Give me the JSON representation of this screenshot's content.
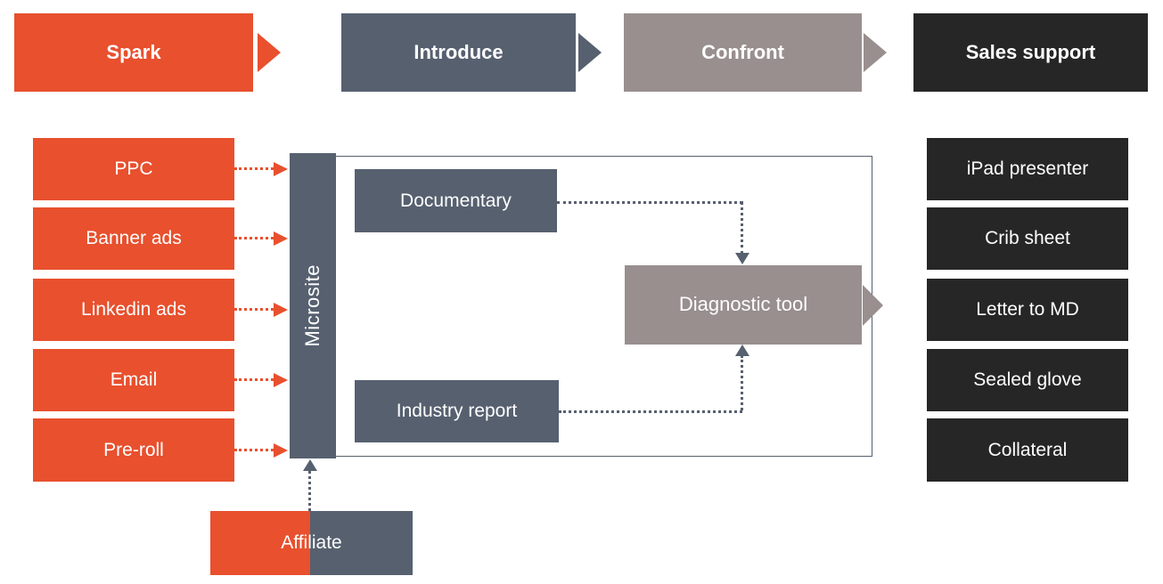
{
  "palette": {
    "orange": "#e8502e",
    "slate": "#56606f",
    "taupe": "#988f8e",
    "dark": "#262626",
    "background": "#ffffff"
  },
  "stages": {
    "items": [
      {
        "label": "Spark"
      },
      {
        "label": "Introduce"
      },
      {
        "label": "Confront"
      },
      {
        "label": "Sales support"
      }
    ]
  },
  "channels": {
    "items": [
      {
        "label": "PPC"
      },
      {
        "label": "Banner ads"
      },
      {
        "label": "Linkedin ads"
      },
      {
        "label": "Email"
      },
      {
        "label": "Pre-roll"
      }
    ],
    "affiliate": {
      "label": "Affiliate"
    }
  },
  "microsite": {
    "label": "Microsite"
  },
  "content": {
    "documentary": {
      "label": "Documentary"
    },
    "industry_report": {
      "label": "Industry report"
    },
    "diagnostic_tool": {
      "label": "Diagnostic tool"
    }
  },
  "sales": {
    "items": [
      {
        "label": "iPad presenter"
      },
      {
        "label": "Crib sheet"
      },
      {
        "label": "Letter to MD"
      },
      {
        "label": "Sealed glove"
      },
      {
        "label": "Collateral"
      }
    ]
  }
}
